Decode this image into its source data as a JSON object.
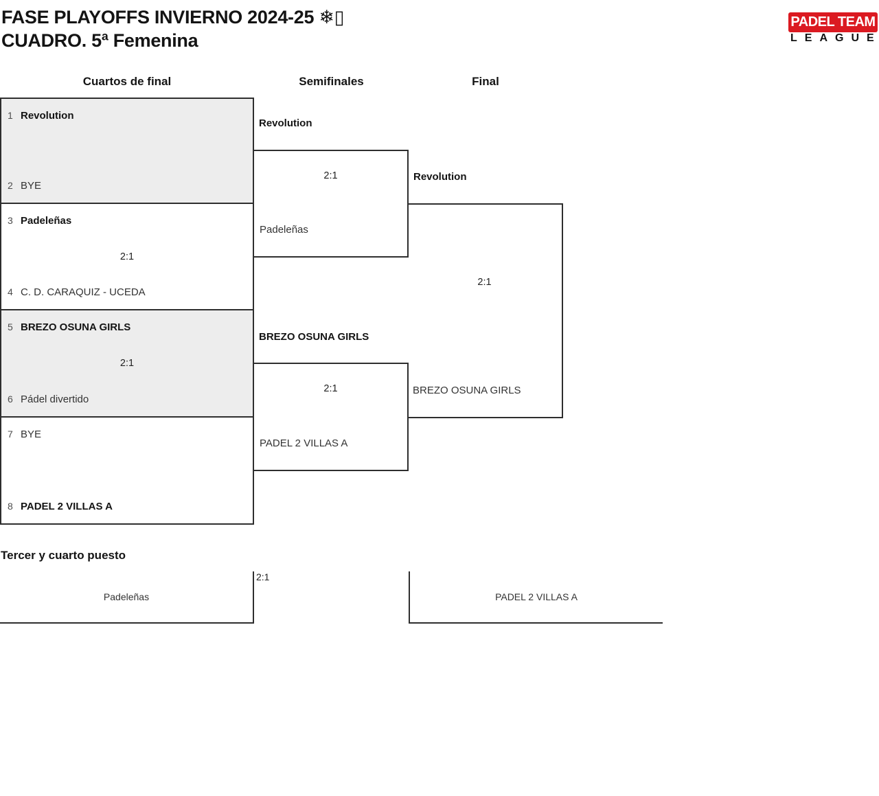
{
  "header": {
    "title": "FASE PLAYOFFS INVIERNO 2024-25 ❄▯",
    "subtitle": "CUADRO. 5ª Femenina"
  },
  "logo": {
    "line1": "PADEL TEAM",
    "line2": "LEAGUE",
    "bg_color": "#db1a21",
    "line1_color": "#ffffff",
    "line2_color": "#111111"
  },
  "columns": {
    "quarterfinals": "Cuartos de final",
    "semifinals": "Semifinales",
    "final": "Final"
  },
  "bracket": {
    "quarterfinals": [
      {
        "seed_top": "1",
        "team_top": "Revolution",
        "score": "",
        "seed_bottom": "2",
        "team_bottom": "BYE"
      },
      {
        "seed_top": "3",
        "team_top": "Padeleñas",
        "score": "2:1",
        "seed_bottom": "4",
        "team_bottom": "C. D. CARAQUIZ - UCEDA"
      },
      {
        "seed_top": "5",
        "team_top": "BREZO OSUNA GIRLS",
        "score": "2:1",
        "seed_bottom": "6",
        "team_bottom": "Pádel divertido"
      },
      {
        "seed_top": "7",
        "team_top": "BYE",
        "score": "",
        "seed_bottom": "8",
        "team_bottom": "PADEL 2 VILLAS A"
      }
    ],
    "semifinals": [
      {
        "winner": "Revolution",
        "score": "2:1",
        "loser": "Padeleñas"
      },
      {
        "winner": "BREZO OSUNA GIRLS",
        "score": "2:1",
        "loser": "PADEL 2 VILLAS A"
      }
    ],
    "final": {
      "winner": "Revolution",
      "score": "2:1",
      "loser": "BREZO OSUNA GIRLS"
    }
  },
  "third_place": {
    "heading": "Tercer y cuarto puesto",
    "team_left": "Padeleñas",
    "score": "2:1",
    "team_right": "PADEL 2 VILLAS A"
  },
  "colors": {
    "border": "#2e2e2e",
    "shaded_box": "#ededed",
    "logo_red": "#db1a21"
  }
}
